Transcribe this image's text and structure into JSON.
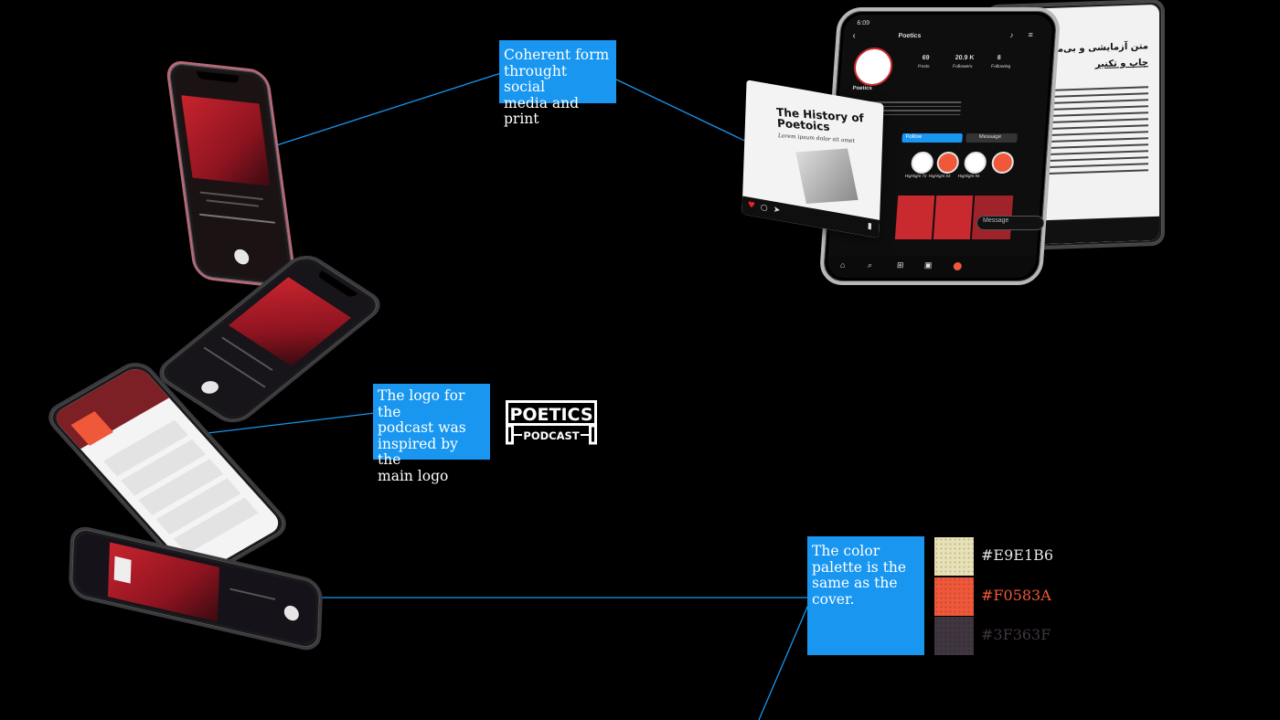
{
  "callouts": {
    "social": [
      "Coherent form",
      "throught social",
      "media and print"
    ],
    "logo": [
      "The logo for the",
      "podcast was",
      "inspired by the",
      "main logo"
    ],
    "palette": [
      "The color",
      "palette is the",
      "same as the",
      "cover."
    ]
  },
  "logo": {
    "line1": "POETICS",
    "line2": "PODCAST"
  },
  "palette": [
    {
      "hex": "#E9E1B6",
      "label": "#E9E1B6"
    },
    {
      "hex": "#F0583A",
      "label": "#F0583A"
    },
    {
      "hex": "#3F363F",
      "label": "#3F363F"
    }
  ],
  "instagram": {
    "time": "6:09",
    "username": "Poetics",
    "stats": [
      {
        "value": "69",
        "label": "Posts"
      },
      {
        "value": "20.9 K",
        "label": "Followers"
      },
      {
        "value": "8",
        "label": "Following"
      }
    ],
    "follow_label": "Follow",
    "message_label": "Message",
    "highlights": [
      "Highlight 72",
      "Highlight 83",
      "Highlight 94"
    ],
    "post_title": "The History of Poetoics",
    "post_subtitle": "Lorem ipsum dolor sit amet",
    "message_placeholder": "Message"
  },
  "print_doc": {
    "heading": "متن آزمایشی و بی‌معنی در",
    "subheading": "چاپ و تکنیر"
  },
  "colors": {
    "accent_blue": "#1896F0",
    "red": "#F0583A",
    "cream": "#E9E1B6",
    "dark": "#3F363F"
  }
}
